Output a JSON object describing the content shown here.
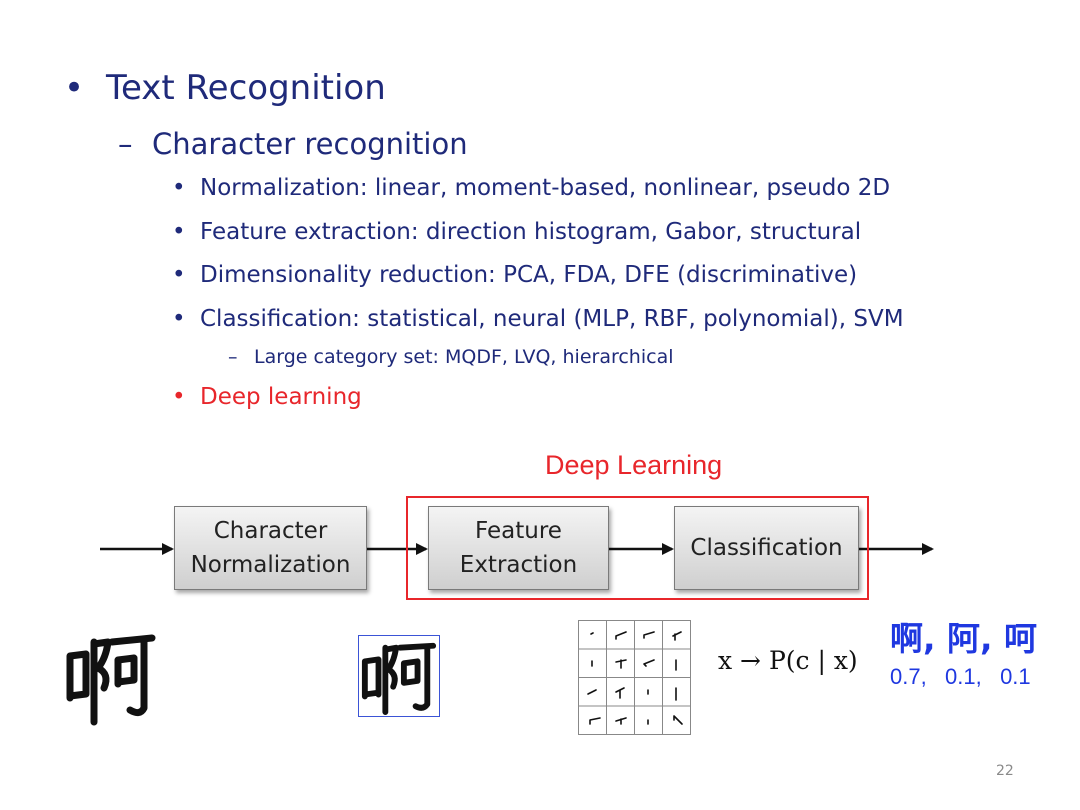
{
  "slide": {
    "bullets": {
      "l1": {
        "marker": "•",
        "text": "Text Recognition"
      },
      "l2": {
        "marker": "–",
        "text": "Character recognition"
      },
      "l3": [
        {
          "marker": "•",
          "text": "Normalization: linear, moment-based, nonlinear, pseudo 2D"
        },
        {
          "marker": "•",
          "text": "Feature extraction: direction histogram, Gabor, structural"
        },
        {
          "marker": "•",
          "text": "Dimensionality reduction: PCA, FDA, DFE (discriminative)"
        },
        {
          "marker": "•",
          "text": "Classification: statistical, neural (MLP, RBF, polynomial), SVM"
        }
      ],
      "l4": {
        "marker": "–",
        "text": "Large category set: MQDF, LVQ, hierarchical"
      },
      "l3_red": {
        "marker": "•",
        "text": "Deep learning"
      }
    },
    "pipeline": {
      "deep_learning_label": "Deep Learning",
      "stages": [
        {
          "label": "Character\nNormalization"
        },
        {
          "label": "Feature\nExtraction"
        },
        {
          "label": "Classification"
        }
      ],
      "formula": "x → P(c | x)",
      "candidates": "啊, 阿, 呵",
      "probabilities": "0.7,   0.1,   0.1"
    },
    "page_number": "22",
    "colors": {
      "bullet_text": "#1f2a7a",
      "highlight_red": "#e8262b",
      "candidate_blue": "#1f38e0"
    }
  }
}
